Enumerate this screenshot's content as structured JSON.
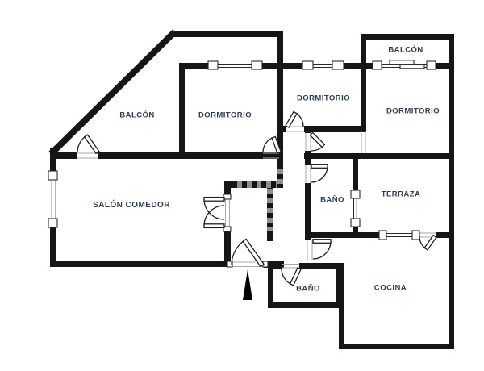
{
  "plan_title": "apartment-floor-plan",
  "colors": {
    "wall": "#161616",
    "label": "#2d3e56",
    "background": "#ffffff",
    "partition_hatch_gray": "#8f8f8f"
  },
  "rooms": [
    {
      "id": "balcon-top-left",
      "label": "BALCÓN"
    },
    {
      "id": "dormitorio-1",
      "label": "DORMITORIO"
    },
    {
      "id": "dormitorio-2",
      "label": "DORMITORIO"
    },
    {
      "id": "balcon-top-right",
      "label": "BALCÓN"
    },
    {
      "id": "dormitorio-3",
      "label": "DORMITORIO"
    },
    {
      "id": "salon-comedor",
      "label": "SALÓN COMEDOR"
    },
    {
      "id": "bano-1",
      "label": "BAÑO"
    },
    {
      "id": "terraza",
      "label": "TERRAZA"
    },
    {
      "id": "bano-2",
      "label": "BAÑO"
    },
    {
      "id": "cocina",
      "label": "COCINA"
    }
  ],
  "markers": {
    "entrance": "arrow-up-triangle"
  }
}
